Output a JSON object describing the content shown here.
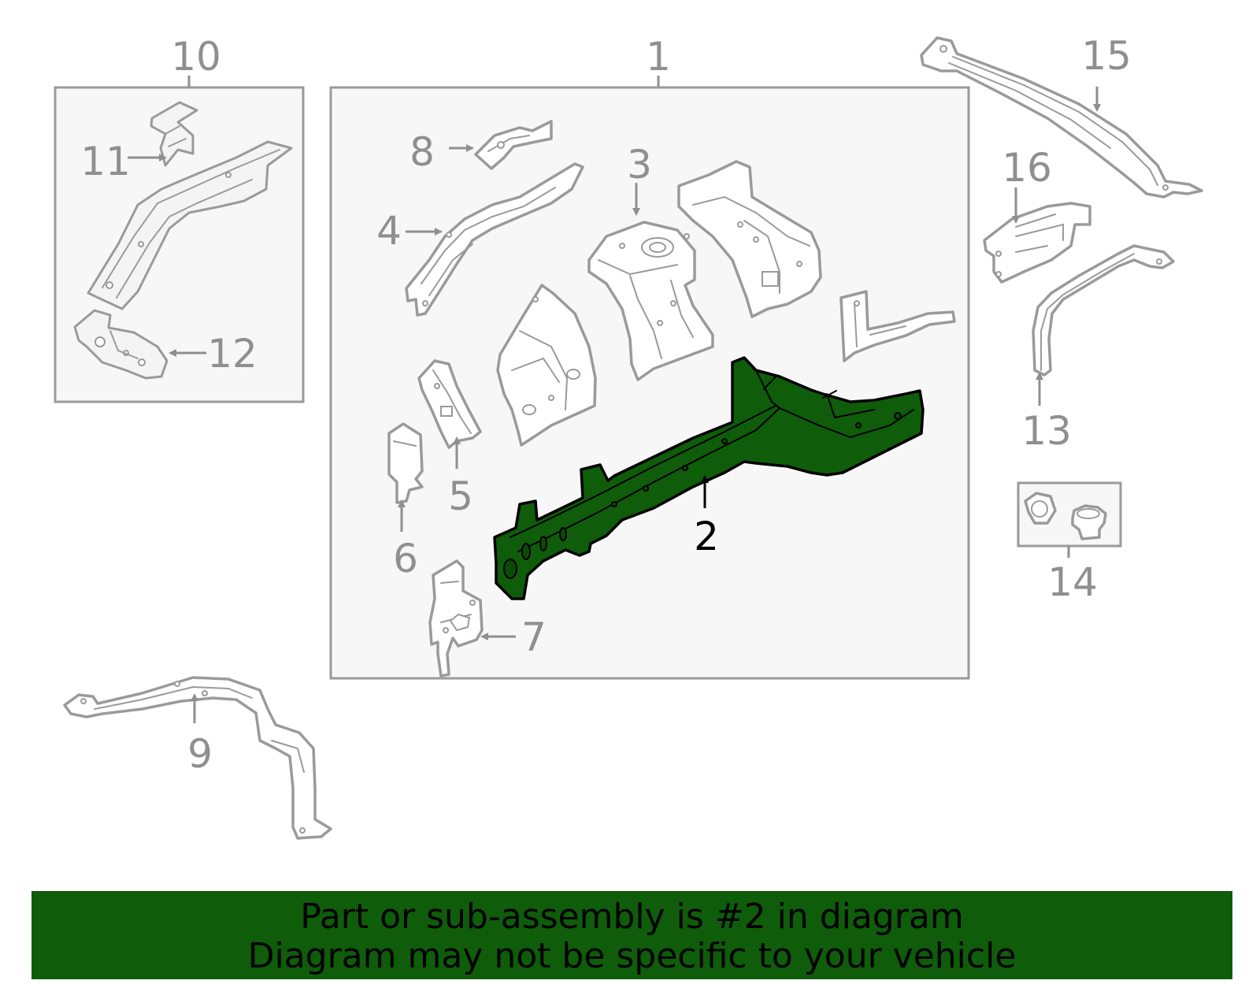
{
  "callouts": {
    "c1": "1",
    "c2": "2",
    "c3": "3",
    "c4": "4",
    "c5": "5",
    "c6": "6",
    "c7": "7",
    "c8": "8",
    "c9": "9",
    "c10": "10",
    "c11": "11",
    "c12": "12",
    "c13": "13",
    "c14": "14",
    "c15": "15",
    "c16": "16"
  },
  "highlighted_part": "2",
  "colors": {
    "highlight": "#0f5c0a",
    "outline_gray": "#9a9a9a",
    "group_box_fill": "#f7f7f7"
  },
  "banner": {
    "line1": "Part or sub-assembly is #2 in diagram",
    "line2": "Diagram may not be specific to your vehicle"
  }
}
